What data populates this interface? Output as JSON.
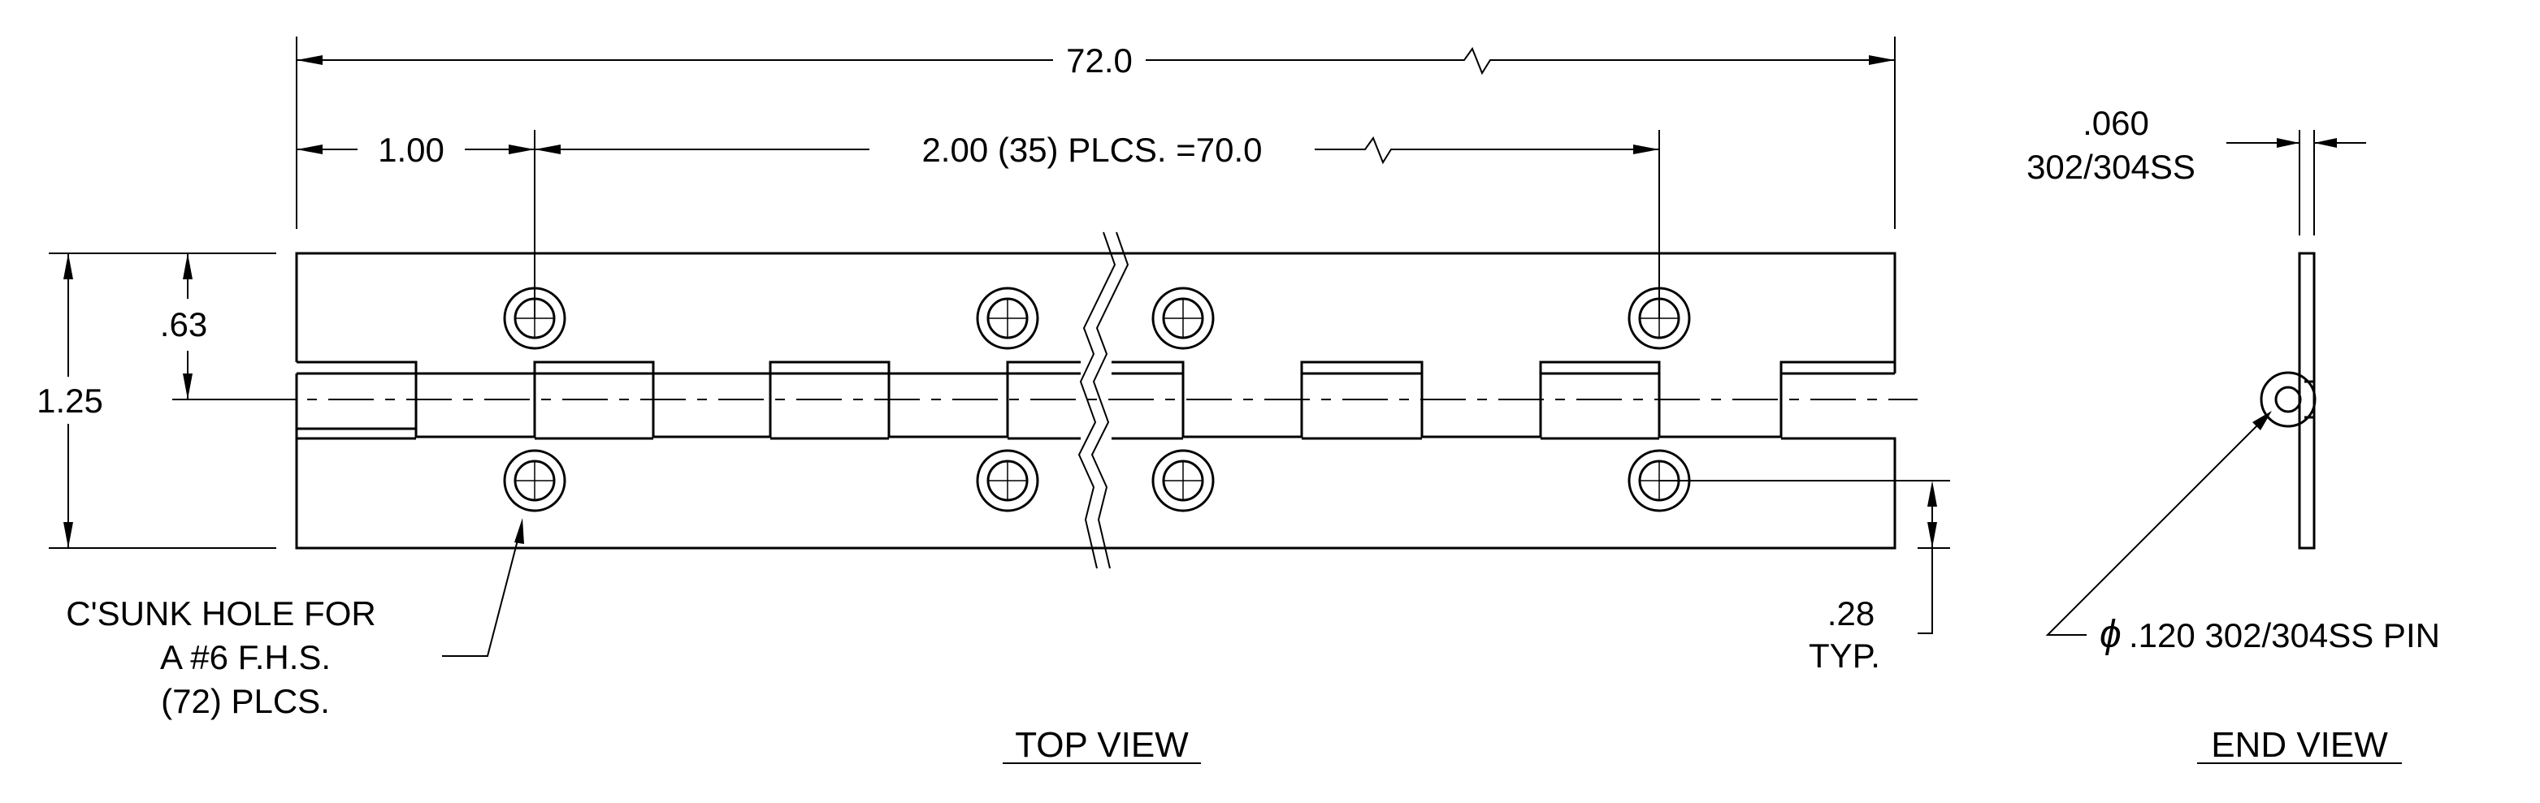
{
  "dimensions": {
    "overall_length": "72.0",
    "first_hole_offset": "1.00",
    "hole_spacing": "2.00 (35) PLCS. =70.0",
    "half_width": ".63",
    "total_width": "1.25",
    "hole_edge_offset_value": ".28",
    "hole_edge_offset_note": "TYP.",
    "material_thickness": ".060",
    "material_spec": "302/304SS"
  },
  "callouts": {
    "hole_note_line1": "C'SUNK HOLE FOR",
    "hole_note_line2": "A #6 F.H.S.",
    "hole_note_line3": "(72) PLCS.",
    "pin_symbol": "ϕ",
    "pin_spec": ".120 302/304SS PIN"
  },
  "views": {
    "top_view_title": "TOP VIEW",
    "end_view_title": "END VIEW"
  }
}
